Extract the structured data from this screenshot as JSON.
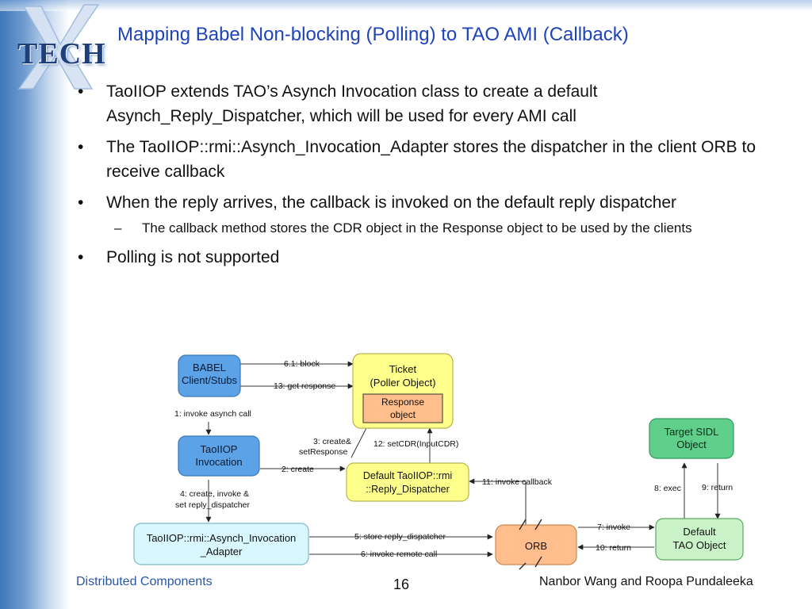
{
  "header": {
    "logo_text": "TECH",
    "title": "Mapping Babel Non-blocking (Polling) to TAO AMI (Callback)"
  },
  "bullets": [
    {
      "level": 1,
      "text": "TaoIIOP extends TAO’s Asynch Invocation class to create a default Asynch_Reply_Dispatcher, which will be used for every AMI call"
    },
    {
      "level": 1,
      "text": "The TaoIIOP::rmi::Asynch_Invocation_Adapter stores the dispatcher in the client ORB to receive callback"
    },
    {
      "level": 1,
      "text": "When the reply arrives, the callback is invoked on the default reply dispatcher"
    },
    {
      "level": 2,
      "text": "The callback method stores the CDR object in the Response object to be used by the clients"
    },
    {
      "level": 1,
      "text": "Polling is not supported"
    }
  ],
  "diagram": {
    "nodes": {
      "babel": [
        "BABEL",
        "Client/Stubs"
      ],
      "ticket": [
        "Ticket",
        "(Poller Object)"
      ],
      "response": [
        "Response",
        "object"
      ],
      "invocation": [
        "TaoIIOP",
        "Invocation"
      ],
      "dispatcher": [
        "Default TaoIIOP::rmi",
        "::Reply_Dispatcher"
      ],
      "adapter": [
        "TaoIIOP::rmi::Asynch_Invocation",
        "_Adapter"
      ],
      "orb": [
        "ORB"
      ],
      "target": [
        "Target SIDL",
        "Object"
      ],
      "default_tao": [
        "Default",
        "TAO Object"
      ]
    },
    "labels": {
      "block": "6.1: block",
      "get_response": "13: get response",
      "invoke_async": "1: invoke asynch call",
      "create_set": [
        "3: create&",
        "setResponse"
      ],
      "set_cdr": "12: setCDR(InputCDR)",
      "create": "2: create",
      "invoke_callback": "11: invoke callback",
      "create_invoke": [
        "4: create, invoke &",
        "set reply_dispatcher"
      ],
      "store": "5: store reply_dispatcher",
      "invoke_remote": "6: invoke remote call",
      "invoke": "7: invoke",
      "return10": "10: return",
      "exec": "8: exec",
      "return9": "9: return"
    }
  },
  "footer": {
    "left": "Distributed Components",
    "page": "16",
    "right": "Nanbor Wang and Roopa Pundaleeka"
  },
  "colors": {
    "title": "#1e44b8",
    "blue_node": "#5ba3e6",
    "yellow_node": "#ffff8c",
    "green_node": "#5fcf8b",
    "light_green_node": "#c9f2c9",
    "orange_node": "#ffbe8c",
    "cyan_node": "#d8f7ff"
  }
}
